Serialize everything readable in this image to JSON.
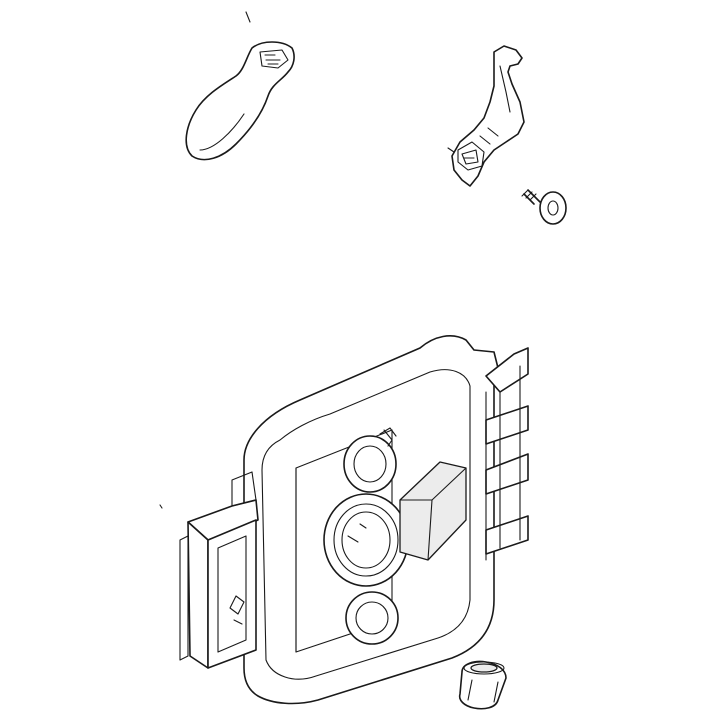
{
  "diagram": {
    "colors": {
      "line": "#1a1a1a",
      "background": "#ffffff",
      "shade": "#ececec"
    },
    "parts": [
      {
        "id": "choke-plate",
        "icon": "choke-plate-icon"
      },
      {
        "id": "choke-lever",
        "icon": "choke-lever-icon"
      },
      {
        "id": "screw",
        "icon": "screw-icon"
      },
      {
        "id": "air-filter-base",
        "icon": "air-filter-base-icon"
      },
      {
        "id": "bushing",
        "icon": "bushing-icon"
      }
    ]
  }
}
